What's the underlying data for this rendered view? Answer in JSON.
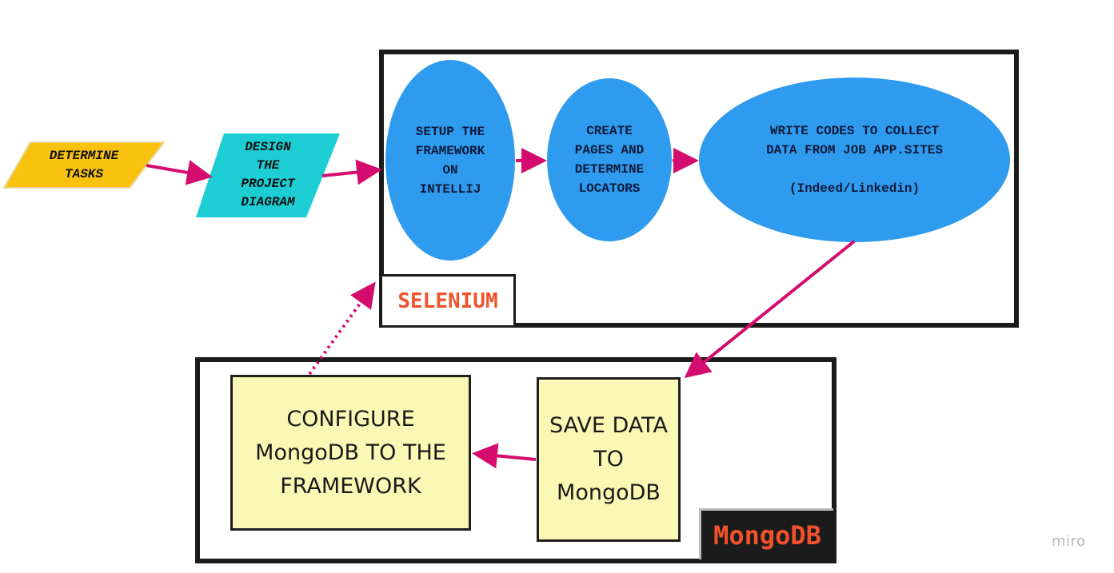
{
  "steps": {
    "determine_tasks": "DETERMINE\nTASKS",
    "design_diagram": "DESIGN\nTHE\nPROJECT\nDIAGRAM",
    "setup_framework": "SETUP THE\nFRAMEWORK\nON\nINTELLIJ",
    "create_pages": "CREATE\nPAGES AND\nDETERMINE\nLOCATORS",
    "write_codes": "WRITE CODES TO COLLECT\nDATA FROM JOB APP.SITES\n\n(Indeed/Linkedin)",
    "save_data": "SAVE DATA\nTO\nMongoDB",
    "configure_mongo": "CONFIGURE\nMongoDB TO THE\nFRAMEWORK"
  },
  "groups": {
    "selenium_label": "SELENIUM",
    "mongodb_label": "MongoDB"
  },
  "watermark": "miro",
  "colors": {
    "task_yellow": "#f9c20f",
    "design_teal": "#1ccdd3",
    "ellipse_blue": "#2f9bef",
    "note_yellow": "#fbf7b4",
    "arrow_pink": "#d40c6e",
    "label_orange": "#f0522b"
  }
}
